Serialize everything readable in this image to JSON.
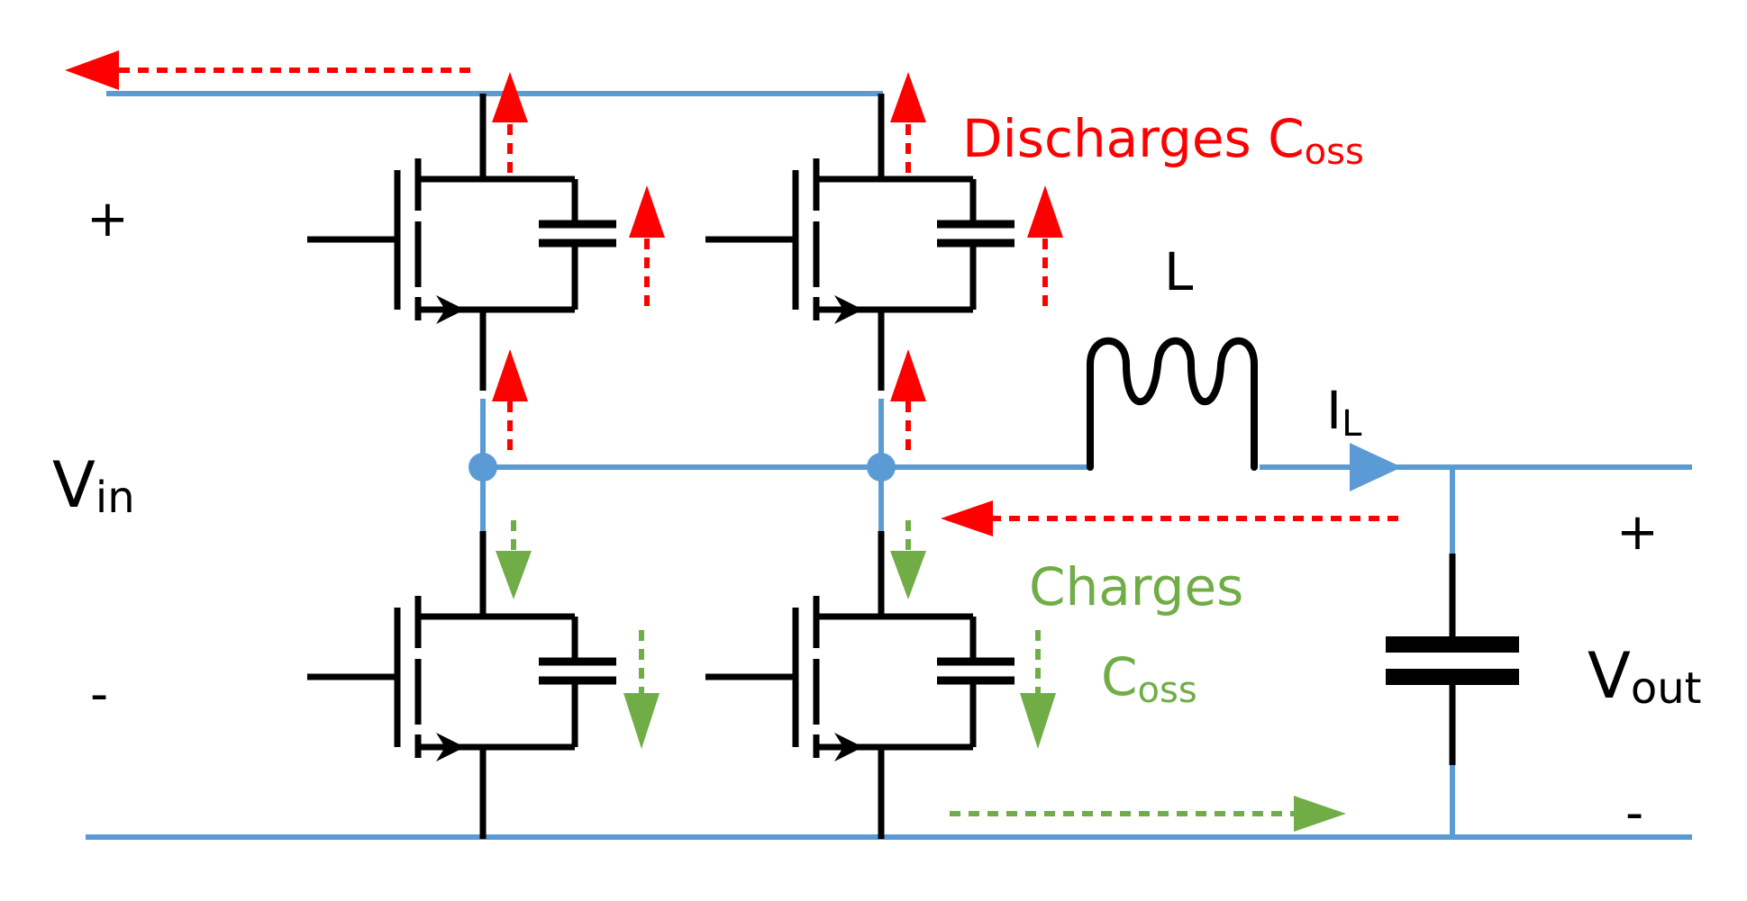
{
  "colors": {
    "wire_blue": "#5B9BD5",
    "component_black": "#000000",
    "discharge_red": "#FF0000",
    "charge_green": "#70AD47"
  },
  "labels": {
    "vin_plus": "+",
    "vin_minus": "-",
    "vin_main": "V",
    "vin_sub": "in",
    "inductor": "L",
    "current_main": "I",
    "current_sub": "L",
    "vout_plus": "+",
    "vout_minus": "-",
    "vout_main": "V",
    "vout_sub": "out"
  },
  "annotations": {
    "discharge_main": "Discharges C",
    "discharge_sub": "oss",
    "charge_line1": "Charges",
    "charge_line2_main": "C",
    "charge_line2_sub": "oss"
  },
  "icons": {
    "transistor": "mosfet-with-coss",
    "inductor": "coil",
    "capacitor": "output-capacitor",
    "current_arrow": "triangle-arrow-right",
    "discharge_arrow": "dashed-arrow-red",
    "charge_arrow": "dashed-arrow-green"
  }
}
